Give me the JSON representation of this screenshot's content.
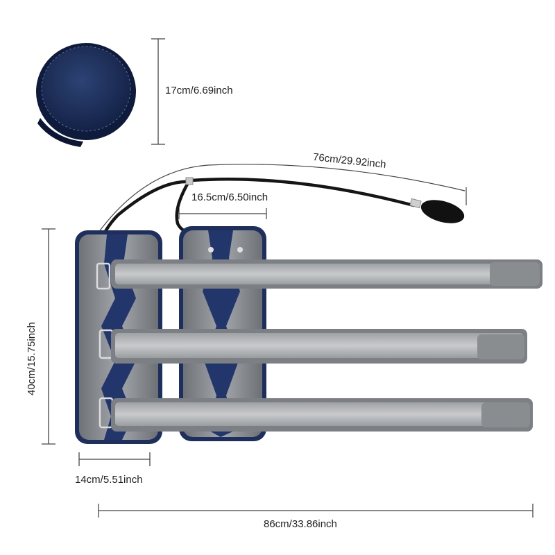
{
  "dimensions": {
    "pad_diameter": "17cm/6.69inch",
    "hose_length": "76cm/29.92inch",
    "gap_width": "16.5cm/6.50inch",
    "cuff_height": "40cm/15.75inch",
    "cuff_width": "14cm/5.51inch",
    "total_length": "86cm/33.86inch"
  },
  "colors": {
    "navy": "#1e2f5e",
    "silver_panel": "#8d9196",
    "strap_gray": "#b9bbbd",
    "strap_edge": "#7c7f83",
    "dimension_line": "#444444"
  }
}
